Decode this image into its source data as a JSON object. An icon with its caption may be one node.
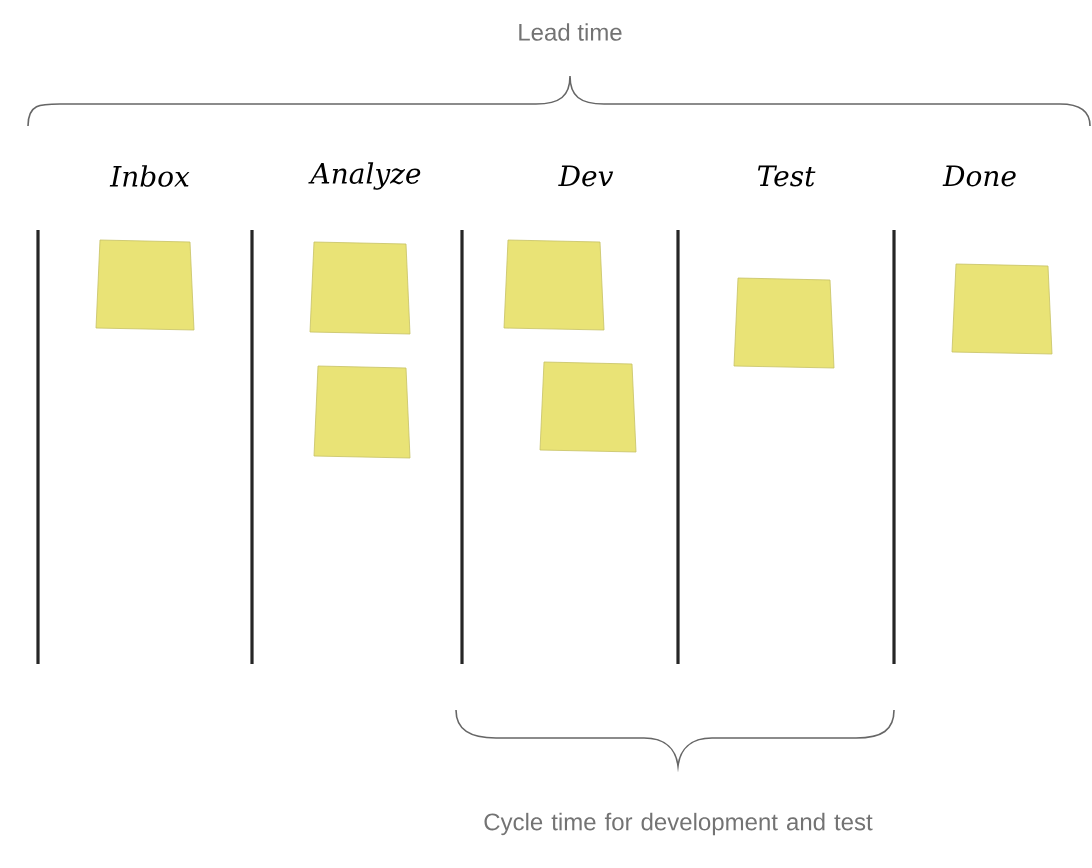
{
  "diagram": {
    "labels": [
      "Lead time",
      "Inbox",
      "Analyze",
      "Dev",
      "Test",
      "Done",
      "Cycle time for development and test"
    ]
  }
}
